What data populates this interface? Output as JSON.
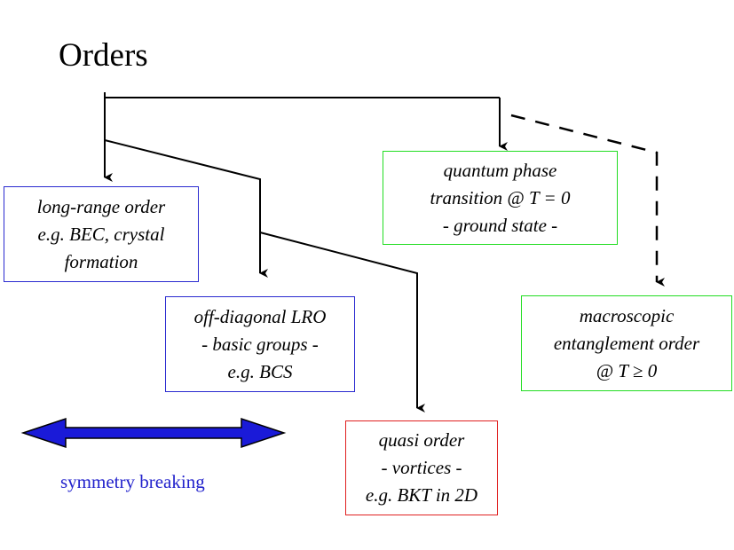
{
  "title": "Orders",
  "nodes": {
    "long_range_order": {
      "lines": [
        "long-range order",
        "e.g. BEC, crystal",
        "formation"
      ],
      "border_color": "#2a2ad0"
    },
    "off_diagonal_lro": {
      "lines": [
        "off-diagonal LRO",
        "- basic groups -",
        "e.g. BCS"
      ],
      "border_color": "#2a2ad0"
    },
    "quasi_order": {
      "lines": [
        "quasi order",
        "- vortices -",
        "e.g. BKT in 2D"
      ],
      "border_color": "#e02020"
    },
    "quantum_phase_transition": {
      "lines": [
        "quantum phase",
        "transition @ T = 0",
        "- ground state -"
      ],
      "border_color": "#22dd22"
    },
    "macroscopic_entanglement": {
      "lines": [
        "macroscopic",
        "entanglement order",
        "@ T ≥ 0"
      ],
      "border_color": "#22dd22"
    }
  },
  "symmetry": {
    "label": "symmetry breaking",
    "color": "#1a1ad8"
  }
}
